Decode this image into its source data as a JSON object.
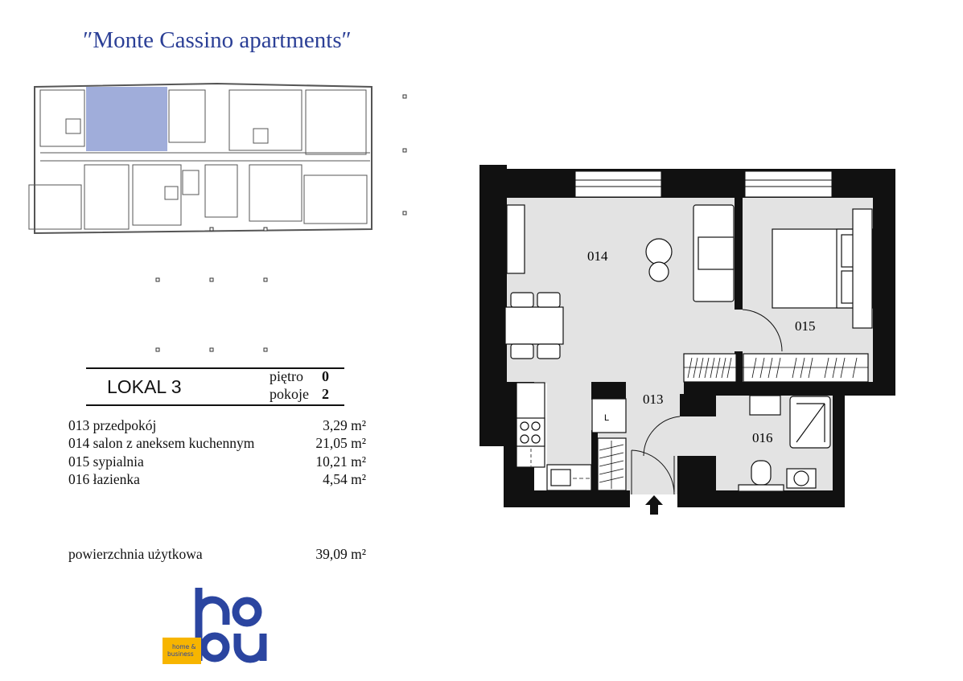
{
  "title": "″Monte Cassino apartments″",
  "unit": {
    "name": "LOKAL 3",
    "floor_label": "piętro",
    "floor_value": "0",
    "rooms_label": "pokoje",
    "rooms_value": "2"
  },
  "rooms": [
    {
      "label": "013 przedpokój",
      "area": "3,29 m²"
    },
    {
      "label": "014 salon z aneksem kuchennym",
      "area": "21,05 m²"
    },
    {
      "label": "015 sypialnia",
      "area": "10,21 m²"
    },
    {
      "label": "016 łazienka",
      "area": "4,54 m²"
    }
  ],
  "total": {
    "label": "powierzchnia użytkowa",
    "area": "39,09 m²"
  },
  "plan_labels": {
    "r013": "013",
    "r014": "014",
    "r015": "015",
    "r016": "016",
    "closet": "L"
  },
  "logo": {
    "top": "ho",
    "bottom": "bu",
    "tagline_1": "home &",
    "tagline_2": "business"
  },
  "colors": {
    "brand_blue": "#2b45a0",
    "highlight": "#8f9fd4",
    "logo_yellow": "#f7b500",
    "floor_fill": "#e3e3e3"
  }
}
